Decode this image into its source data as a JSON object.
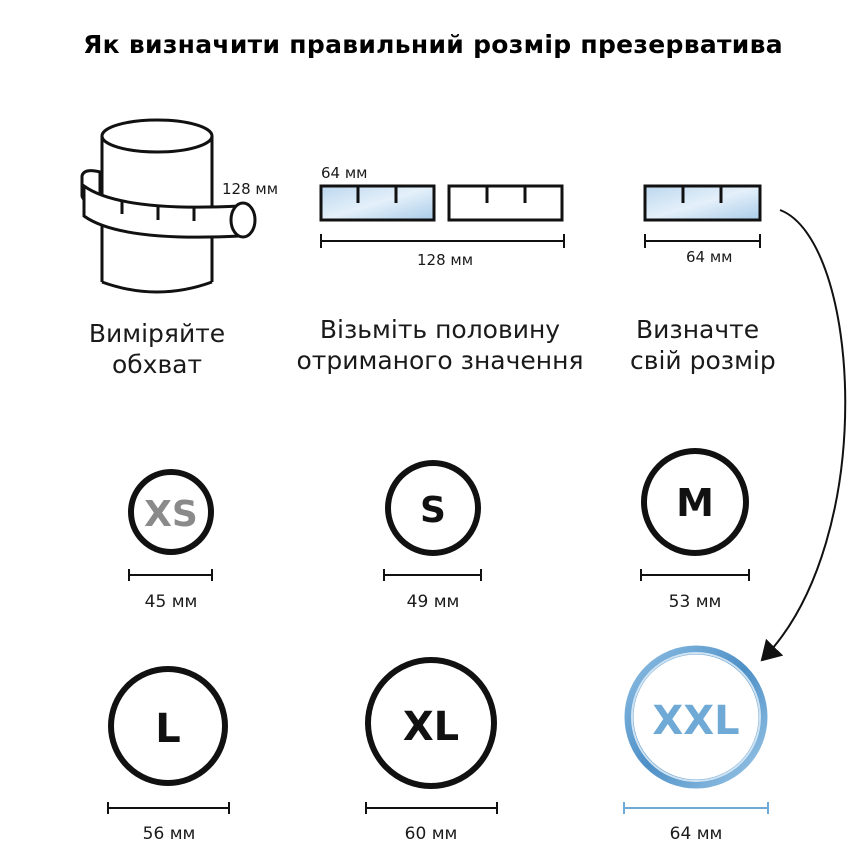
{
  "title": "Як визначити правильний розмір презерватива",
  "steps": [
    {
      "text_1": "Виміряйте",
      "text_2": "обхват",
      "label": "128 мм"
    },
    {
      "text_1": "Візьміть половину",
      "text_2": "отриманого значення",
      "label_half": "64 мм",
      "label_full": "128 мм"
    },
    {
      "text_1": "Визначте",
      "text_2": "свій розмір",
      "label": "64 мм"
    }
  ],
  "sizes": [
    {
      "name": "XS",
      "width": "45 мм"
    },
    {
      "name": "S",
      "width": "49 мм"
    },
    {
      "name": "M",
      "width": "53 мм"
    },
    {
      "name": "L",
      "width": "56 мм"
    },
    {
      "name": "XL",
      "width": "60 мм"
    },
    {
      "name": "XXL",
      "width": "64 мм"
    }
  ],
  "colors": {
    "accent": "#6fa9d6",
    "accent_light": "#cfe3f2",
    "grey": "#8a8a8a"
  }
}
